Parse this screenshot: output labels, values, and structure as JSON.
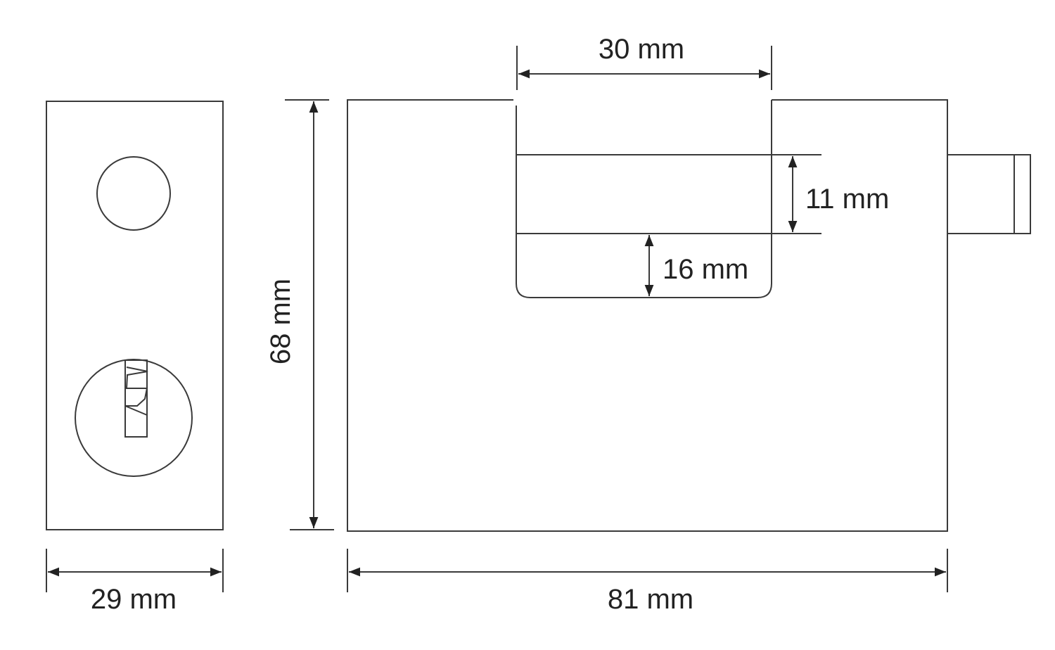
{
  "diagram": {
    "side_view": {
      "width_label": "29 mm"
    },
    "front_view": {
      "height_label": "68 mm",
      "width_label": "81 mm",
      "shackle_opening_label": "30 mm",
      "shackle_thickness_label": "11 mm",
      "shackle_clearance_label": "16 mm"
    },
    "colors": {
      "line": "#3a3a3a",
      "text": "#222222"
    }
  }
}
